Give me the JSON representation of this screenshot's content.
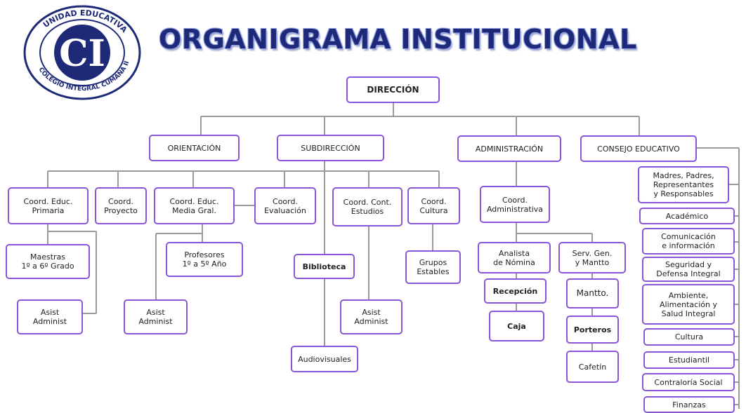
{
  "logo": {
    "ring_text_top": "UNIDAD EDUCATIVA",
    "ring_text_bottom": "COLEGIO INTEGRAL CUMANA II",
    "monogram": "CI",
    "color": "#1e2a78"
  },
  "title": "ORGANIGRAMA INSTITUCIONAL",
  "colors": {
    "box_border": "#8a56d8",
    "line": "#9a9a9a",
    "title": "#1e2a78"
  },
  "nodes": {
    "direccion": "DIRECCIÓN",
    "orientacion": "ORIENTACIÓN",
    "subdireccion": "SUBDIRECCIÓN",
    "administracion": "ADMINISTRACIÓN",
    "consejo": "CONSEJO EDUCATIVO",
    "coord_primaria": "Coord. Educ.\nPrimaria",
    "coord_proyecto": "Coord.\nProyecto",
    "coord_media": "Coord. Educ.\nMedia Gral.",
    "coord_evaluacion": "Coord.\nEvaluación",
    "coord_control": "Coord. Cont.\nEstudios",
    "coord_cultura": "Coord.\nCultura",
    "coord_administrativa": "Coord.\nAdministrativa",
    "maestras": "Maestras\n1º a 6º Grado",
    "asist_1": "Asist\nAdminist",
    "profesores": "Profesores\n1º a 5º Año",
    "asist_2": "Asist\nAdminist",
    "biblioteca": "Biblioteca",
    "audiovisuales": "Audiovisuales",
    "asist_3": "Asist\nAdminist",
    "grupos": "Grupos\nEstables",
    "analista": "Analista\nde Nómina",
    "recepcion": "Recepción",
    "caja": "Caja",
    "serv_gen": "Serv. Gen.\ny Mantto",
    "mantto": "Mantto.",
    "porteros": "Porteros",
    "cafetin": "Cafetín",
    "madres": "Madres, Padres,\nRepresentantes\ny Responsables",
    "academico": "Académico",
    "comunicacion": "Comunicación\ne información",
    "seguridad": "Seguridad y\nDefensa Integral",
    "ambiente": "Ambiente,\nAlimentación y\nSalud Integral",
    "cultura": "Cultura",
    "estudiantil": "Estudiantil",
    "contraloria": "Contraloría Social",
    "finanzas": "Finanzas"
  }
}
